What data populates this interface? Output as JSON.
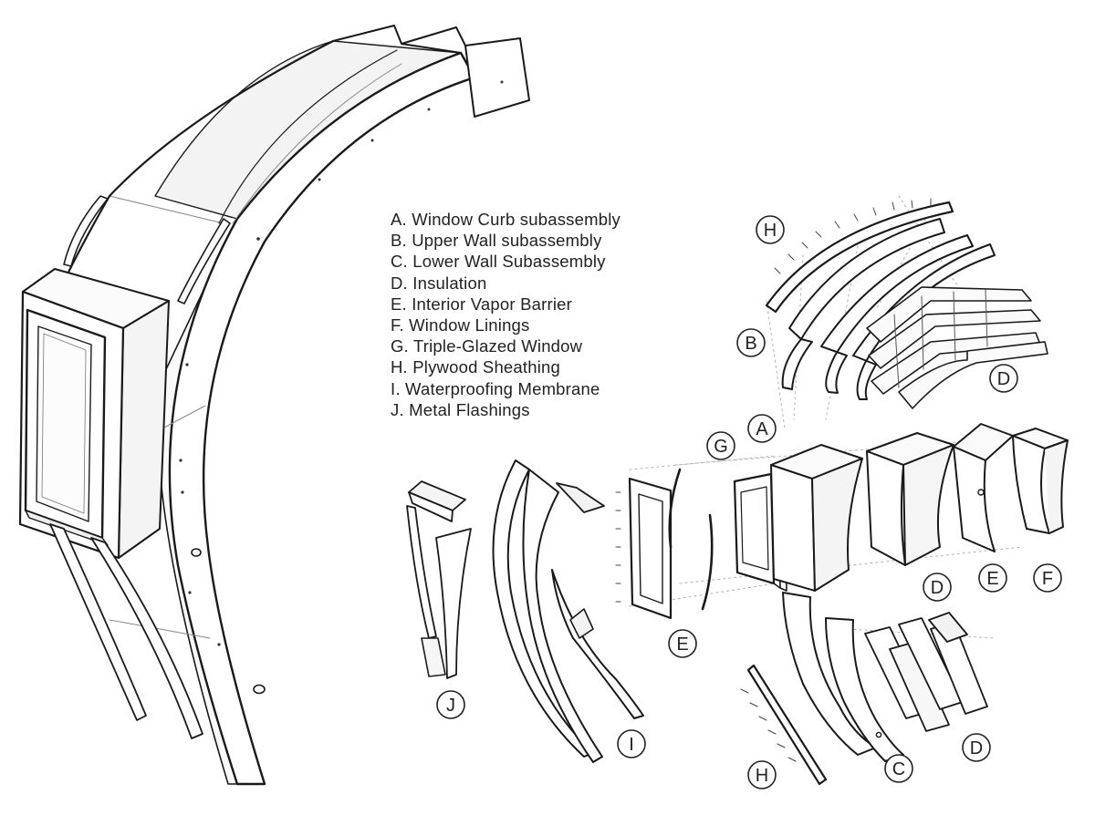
{
  "legend": {
    "items": [
      "A. Window Curb subassembly",
      "B. Upper Wall subassembly",
      "C. Lower Wall Subassembly",
      "D. Insulation",
      "E. Interior Vapor Barrier",
      "F. Window Linings",
      "G. Triple-Glazed Window",
      "H. Plywood Sheathing",
      "I. Waterproofing Membrane",
      "J. Metal Flashings"
    ]
  },
  "callouts": {
    "h_upper": "H",
    "b": "B",
    "d_upper": "D",
    "a": "A",
    "g": "G",
    "d_middle": "D",
    "e_middle": "E",
    "f": "F",
    "e_lower": "E",
    "j": "J",
    "i": "I",
    "h_lower": "H",
    "c": "C",
    "d_lower": "D"
  },
  "colors": {
    "line": "#1a1a1a",
    "thin_line": "#555555",
    "face": "#ffffff",
    "shade": "#f1f1f1",
    "dashed": "#b0b0b0"
  }
}
